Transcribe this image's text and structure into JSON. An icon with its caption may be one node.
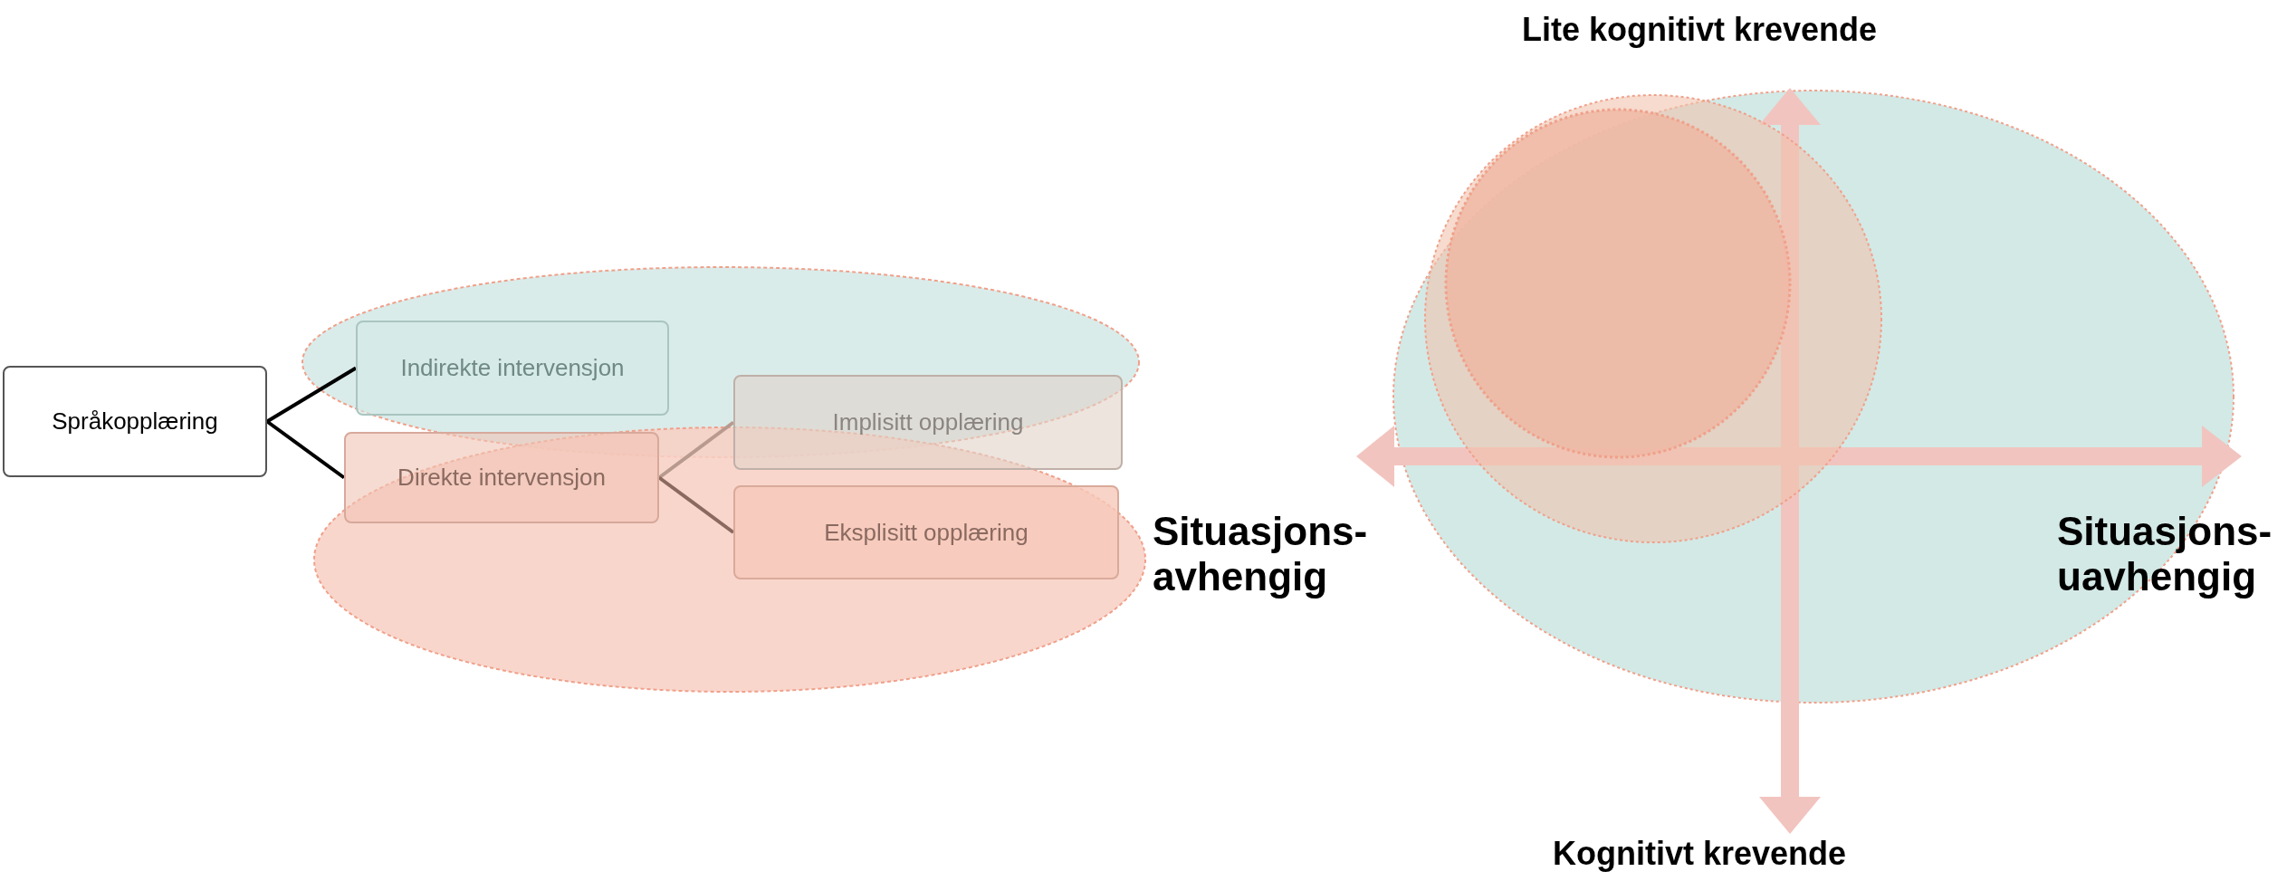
{
  "diagram": {
    "nodes": [
      {
        "text": [
          "Språkopplæring"
        ]
      },
      {
        "text": [
          "Indirekte intervensjon"
        ]
      },
      {
        "text": [
          "Direkte intervensjon"
        ]
      },
      {
        "text": [
          "Implisitt opplæring"
        ]
      },
      {
        "text": [
          "Eksplisitt opplæring"
        ]
      }
    ],
    "edges": [
      {
        "from": 0,
        "to": 1,
        "arrow": "none"
      },
      {
        "from": 0,
        "to": 2,
        "arrow": "none"
      },
      {
        "from": 2,
        "to": 3,
        "arrow": "none",
        "color": "#b89a8e"
      },
      {
        "from": 2,
        "to": 4,
        "arrow": "none",
        "color": "#8a6a60"
      }
    ],
    "labels": [
      "Lite kognitivt krevende",
      "Situasjons-avhengig",
      "Situasjons-uavhengig",
      "Kognitivt krevende"
    ]
  }
}
